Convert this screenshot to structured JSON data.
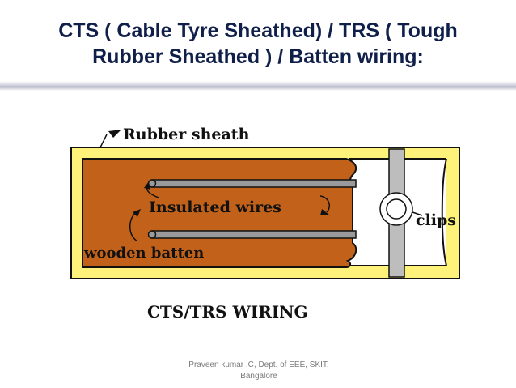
{
  "slide": {
    "title_line1": "CTS ( Cable Tyre Sheathed) / TRS ( Tough",
    "title_line2": "Rubber Sheathed ) / Batten wiring:",
    "footer_line1": "Praveen kumar .C, Dept. of EEE, SKIT,",
    "footer_line2": "Bangalore"
  },
  "diagram": {
    "label_rubber_sheath": "Rubber sheath",
    "label_insulated_wires": "Insulated wires",
    "label_wooden_batten": "wooden batten",
    "label_clips": "clips",
    "caption": "CTS/TRS WIRING",
    "colors": {
      "sheath": "#fff27a",
      "batten": "#c2621a",
      "wire": "#9a9a9a",
      "outline": "#111111"
    }
  }
}
